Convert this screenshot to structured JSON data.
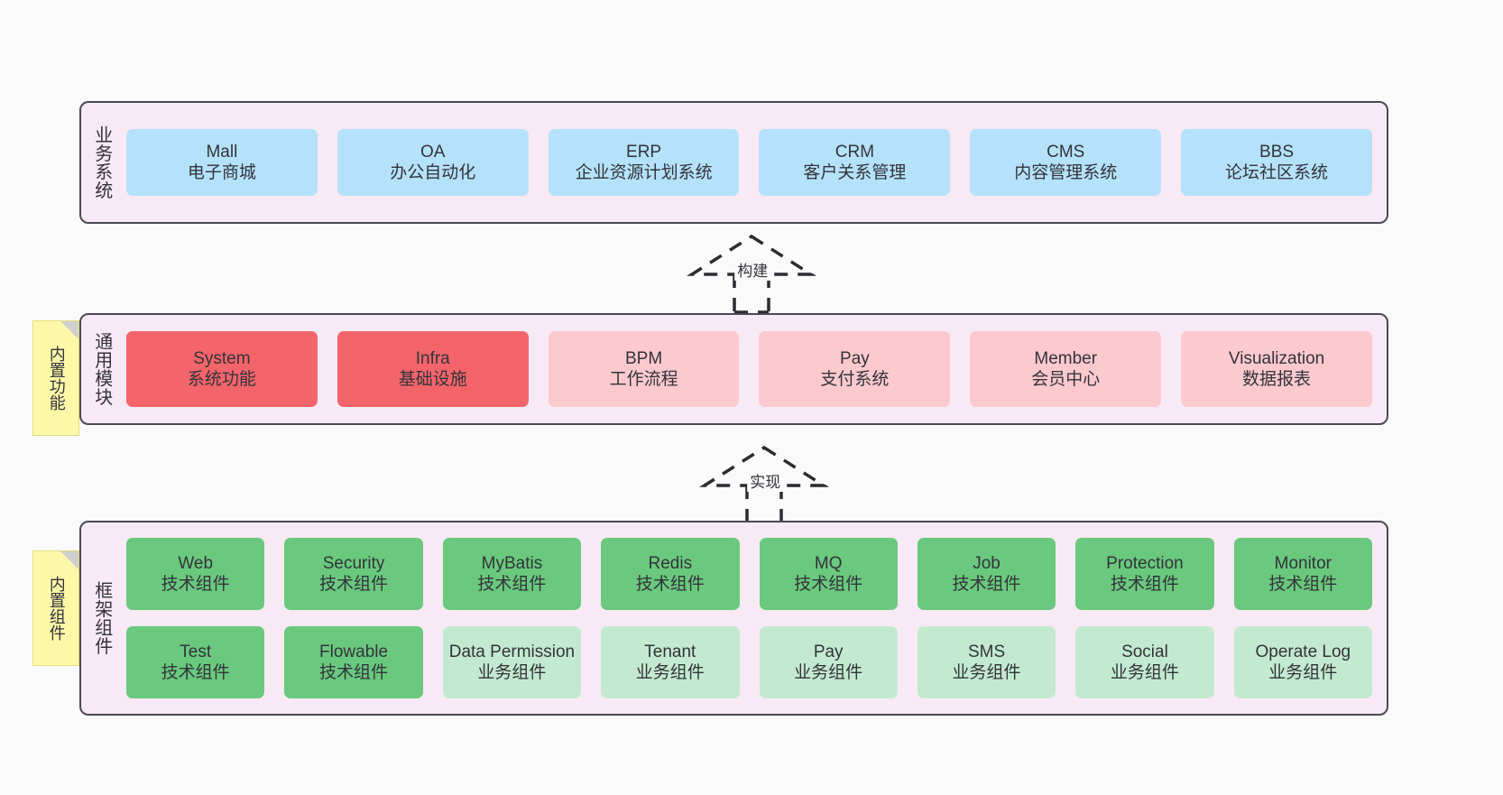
{
  "diagram": {
    "background_color": "#fafafa",
    "panel_color": "#f8eaf4",
    "panel_border_color": "#4a4a52"
  },
  "layers": [
    {
      "id": "business",
      "title": "业务系统",
      "rows": [
        {
          "cards": [
            {
              "en": "Mall",
              "cn": "电子商城",
              "color": "#b5e2fb",
              "style": "blue"
            },
            {
              "en": "OA",
              "cn": "办公自动化",
              "color": "#b5e2fb",
              "style": "blue"
            },
            {
              "en": "ERP",
              "cn": "企业资源计划系统",
              "color": "#b5e2fb",
              "style": "blue"
            },
            {
              "en": "CRM",
              "cn": "客户关系管理",
              "color": "#b5e2fb",
              "style": "blue"
            },
            {
              "en": "CMS",
              "cn": "内容管理系统",
              "color": "#b5e2fb",
              "style": "blue"
            },
            {
              "en": "BBS",
              "cn": "论坛社区系统",
              "color": "#b5e2fb",
              "style": "blue"
            }
          ]
        }
      ]
    },
    {
      "id": "modules",
      "title": "通用模块",
      "rows": [
        {
          "cards": [
            {
              "en": "System",
              "cn": "系统功能",
              "color": "#f4656b",
              "style": "red"
            },
            {
              "en": "Infra",
              "cn": "基础设施",
              "color": "#f4656b",
              "style": "red"
            },
            {
              "en": "BPM",
              "cn": "工作流程",
              "color": "#fbc9ce",
              "style": "pink"
            },
            {
              "en": "Pay",
              "cn": "支付系统",
              "color": "#fbc9ce",
              "style": "pink"
            },
            {
              "en": "Member",
              "cn": "会员中心",
              "color": "#fbc9ce",
              "style": "pink"
            },
            {
              "en": "Visualization",
              "cn": "数据报表",
              "color": "#fbc9ce",
              "style": "pink"
            }
          ]
        }
      ]
    },
    {
      "id": "framework",
      "title": "框架组件",
      "rows": [
        {
          "cards": [
            {
              "en": "Web",
              "cn": "技术组件",
              "color": "#6ac97e",
              "style": "green"
            },
            {
              "en": "Security",
              "cn": "技术组件",
              "color": "#6ac97e",
              "style": "green"
            },
            {
              "en": "MyBatis",
              "cn": "技术组件",
              "color": "#6ac97e",
              "style": "green"
            },
            {
              "en": "Redis",
              "cn": "技术组件",
              "color": "#6ac97e",
              "style": "green"
            },
            {
              "en": "MQ",
              "cn": "技术组件",
              "color": "#6ac97e",
              "style": "green"
            },
            {
              "en": "Job",
              "cn": "技术组件",
              "color": "#6ac97e",
              "style": "green"
            },
            {
              "en": "Protection",
              "cn": "技术组件",
              "color": "#6ac97e",
              "style": "green"
            },
            {
              "en": "Monitor",
              "cn": "技术组件",
              "color": "#6ac97e",
              "style": "green"
            }
          ]
        },
        {
          "cards": [
            {
              "en": "Test",
              "cn": "技术组件",
              "color": "#6ac97e",
              "style": "green"
            },
            {
              "en": "Flowable",
              "cn": "技术组件",
              "color": "#6ac97e",
              "style": "green"
            },
            {
              "en": "Data Permission",
              "cn": "业务组件",
              "color": "#c3ead0",
              "style": "greenlight"
            },
            {
              "en": "Tenant",
              "cn": "业务组件",
              "color": "#c3ead0",
              "style": "greenlight"
            },
            {
              "en": "Pay",
              "cn": "业务组件",
              "color": "#c3ead0",
              "style": "greenlight"
            },
            {
              "en": "SMS",
              "cn": "业务组件",
              "color": "#c3ead0",
              "style": "greenlight"
            },
            {
              "en": "Social",
              "cn": "业务组件",
              "color": "#c3ead0",
              "style": "greenlight"
            },
            {
              "en": "Operate Log",
              "cn": "业务组件",
              "color": "#c3ead0",
              "style": "greenlight"
            }
          ]
        }
      ]
    }
  ],
  "notes": [
    {
      "id": "functions",
      "label": "内置功能",
      "color": "#fcf8a8"
    },
    {
      "id": "components",
      "label": "内置组件",
      "color": "#fcf8a8"
    }
  ],
  "arrows": [
    {
      "id": "build",
      "label": "构建",
      "style": "dashed-generalization"
    },
    {
      "id": "realize",
      "label": "实现",
      "style": "dashed-generalization"
    }
  ]
}
